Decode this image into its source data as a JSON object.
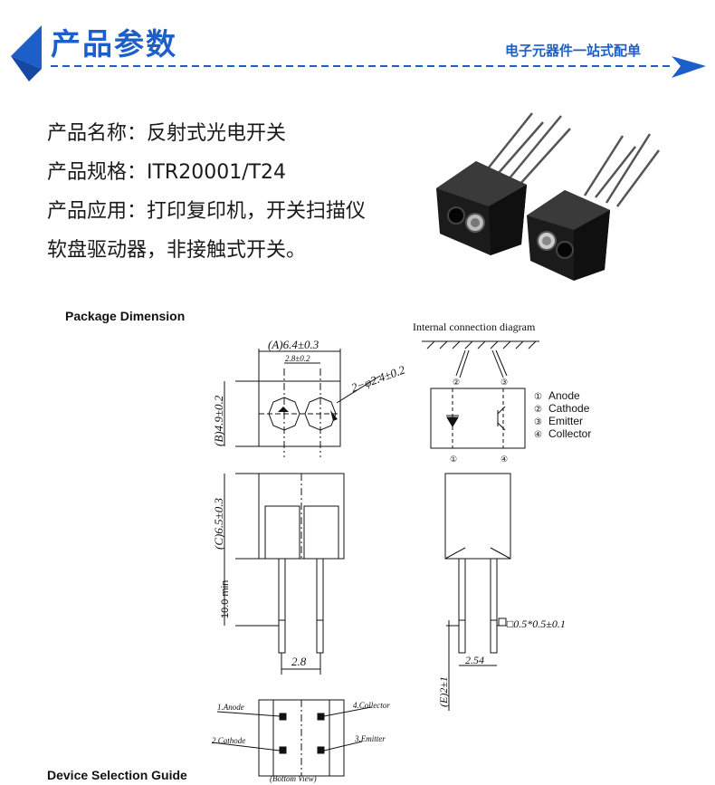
{
  "header": {
    "title": "产品参数",
    "slogan": "电子元器件一站式配单"
  },
  "product": {
    "name": "产品名称：反射式光电开关",
    "spec": "产品规格：ITR20001/T24",
    "application_line1": "产品应用：打印复印机，开关扫描仪",
    "application_line2": "软盘驱动器，非接触式开关。"
  },
  "drawing": {
    "section_title": "Package Dimension",
    "connection_title": "Internal connection diagram",
    "dim_a": "(A)6.4±0.3",
    "dim_28_top": "2.8±0.2",
    "dim_hole": "2−φ2.4±0.2",
    "dim_b": "(B)4.9±0.2",
    "dim_c": "(C)6.5±0.3",
    "dim_lead": "10.0 min",
    "dim_pitch": "2.8",
    "dim_pin": "□0.5*0.5±0.1",
    "dim_254": "2.54",
    "dim_e": "(E)2±1",
    "pins_legend": [
      {
        "num": "①",
        "label": "Anode"
      },
      {
        "num": "②",
        "label": "Cathode"
      },
      {
        "num": "③",
        "label": "Emitter"
      },
      {
        "num": "④",
        "label": "Collector"
      }
    ],
    "bottom": {
      "anode": "1.Anode",
      "cathode": "2.Cathode",
      "collector": "4.Collector",
      "emitter": "3.Emitter",
      "view": "(Bottom View)"
    }
  },
  "footer": {
    "section_title": "Device Selection Guide"
  }
}
